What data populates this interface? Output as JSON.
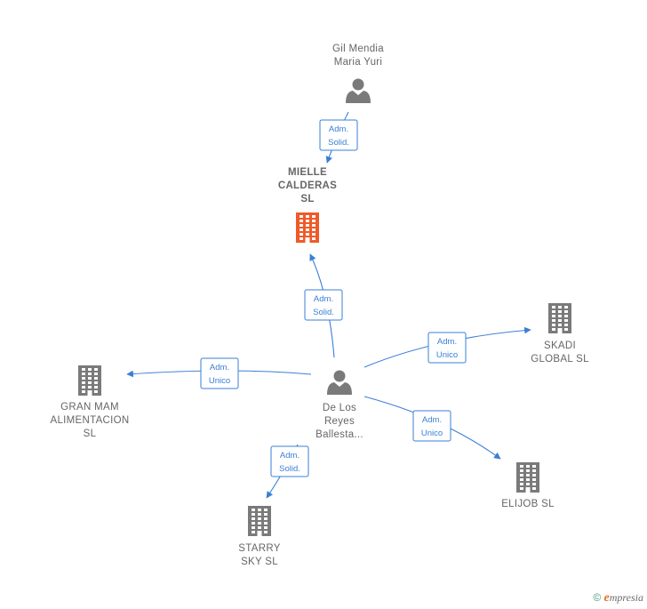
{
  "colors": {
    "edge": "#3a7fd5",
    "company": "#7a7a7a",
    "company_highlight": "#f05a28",
    "person": "#7a7a7a"
  },
  "nodes": [
    {
      "id": "gil",
      "kind": "person",
      "icon": "person-icon",
      "label": [
        "Gil Mendia",
        "Maria Yuri"
      ]
    },
    {
      "id": "mielle",
      "kind": "company",
      "icon": "building-icon",
      "highlight": true,
      "bold": true,
      "label": [
        "MIELLE",
        "CALDERAS",
        "SL"
      ]
    },
    {
      "id": "delos",
      "kind": "person",
      "icon": "person-icon",
      "label": [
        "De Los",
        "Reyes",
        "Ballesta..."
      ]
    },
    {
      "id": "skadi",
      "kind": "company",
      "icon": "building-icon",
      "label": [
        "SKADI",
        "GLOBAL  SL"
      ]
    },
    {
      "id": "granmam",
      "kind": "company",
      "icon": "building-icon",
      "label": [
        "GRAN MAM",
        "ALIMENTACION",
        "SL"
      ]
    },
    {
      "id": "elijob",
      "kind": "company",
      "icon": "building-icon",
      "label": [
        "ELIJOB  SL"
      ]
    },
    {
      "id": "starry",
      "kind": "company",
      "icon": "building-icon",
      "label": [
        "STARRY",
        "SKY  SL"
      ]
    }
  ],
  "edges": [
    {
      "from": "gil",
      "to": "mielle",
      "label": [
        "Adm.",
        "Solid."
      ]
    },
    {
      "from": "delos",
      "to": "mielle",
      "label": [
        "Adm.",
        "Solid."
      ]
    },
    {
      "from": "delos",
      "to": "skadi",
      "label": [
        "Adm.",
        "Unico"
      ]
    },
    {
      "from": "delos",
      "to": "granmam",
      "label": [
        "Adm.",
        "Unico"
      ]
    },
    {
      "from": "delos",
      "to": "elijob",
      "label": [
        "Adm.",
        "Unico"
      ]
    },
    {
      "from": "delos",
      "to": "starry",
      "label": [
        "Adm.",
        "Solid."
      ]
    }
  ],
  "footer": {
    "copyright": "©",
    "brand_initial": "e",
    "brand_rest": "mpresia"
  }
}
